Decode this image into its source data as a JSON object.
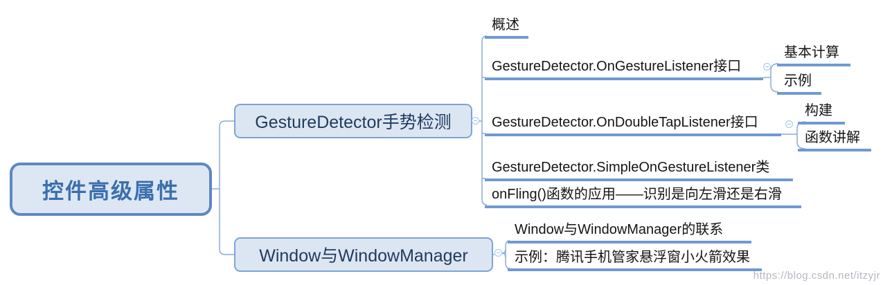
{
  "mindmap": {
    "root": {
      "label": "控件高级属性"
    },
    "branches": [
      {
        "label": "GestureDetector手势检测",
        "children": [
          {
            "label": "概述"
          },
          {
            "label": "GestureDetector.OnGestureListener接口",
            "children": [
              {
                "label": "基本计算"
              },
              {
                "label": "示例"
              }
            ]
          },
          {
            "label": "GestureDetector.OnDoubleTapListener接口",
            "children": [
              {
                "label": "构建"
              },
              {
                "label": "函数讲解"
              }
            ]
          },
          {
            "label": "GestureDetector.SimpleOnGestureListener类"
          },
          {
            "label": "onFling()函数的应用——识别是向左滑还是右滑"
          }
        ]
      },
      {
        "label": "Window与WindowManager",
        "children": [
          {
            "label": "Window与WindowManager的联系"
          },
          {
            "label": "示例：腾讯手机管家悬浮窗小火箭效果"
          }
        ]
      }
    ]
  },
  "icons": {
    "collapse": "minus-circle"
  },
  "colors": {
    "node_fill": "#dce6f2",
    "node_border": "#7da3d6",
    "root_border": "#5e87c2",
    "root_text": "#3b6fad",
    "branch_text": "#1f3a5f",
    "topic_text": "#141414",
    "underline": "#6f9ad2",
    "connector": "#8aabd6",
    "collapse_icon": "#a9c3e4",
    "watermark_text_color": "#b7bcc2"
  },
  "watermark": {
    "text": "https://blog.csdn.net/itzyjr"
  }
}
